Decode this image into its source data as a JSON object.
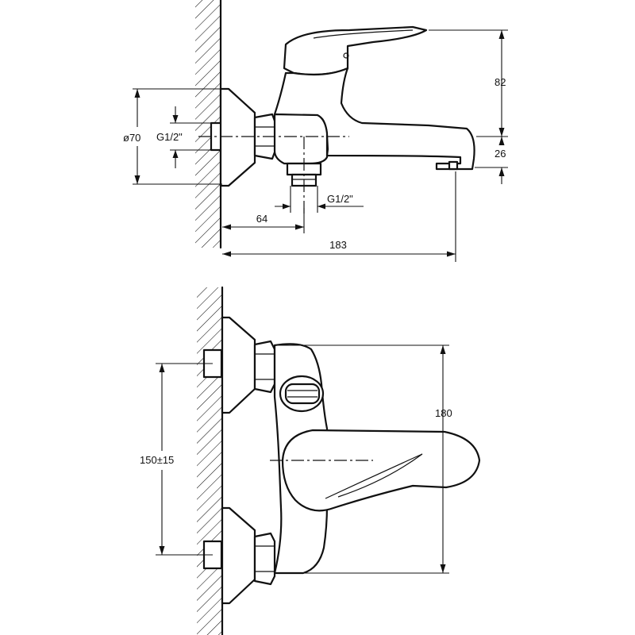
{
  "colors": {
    "line": "#111111",
    "background": "#ffffff"
  },
  "dimensions": {
    "flange_diameter": "ø70",
    "thread_inlet": "G1/2\"",
    "thread_outlet": "G1/2\"",
    "width_to_outlet": "64",
    "total_projection": "183",
    "handle_height": "82",
    "spout_height": "26",
    "body_height": "180",
    "inlet_spacing": "150±15"
  }
}
